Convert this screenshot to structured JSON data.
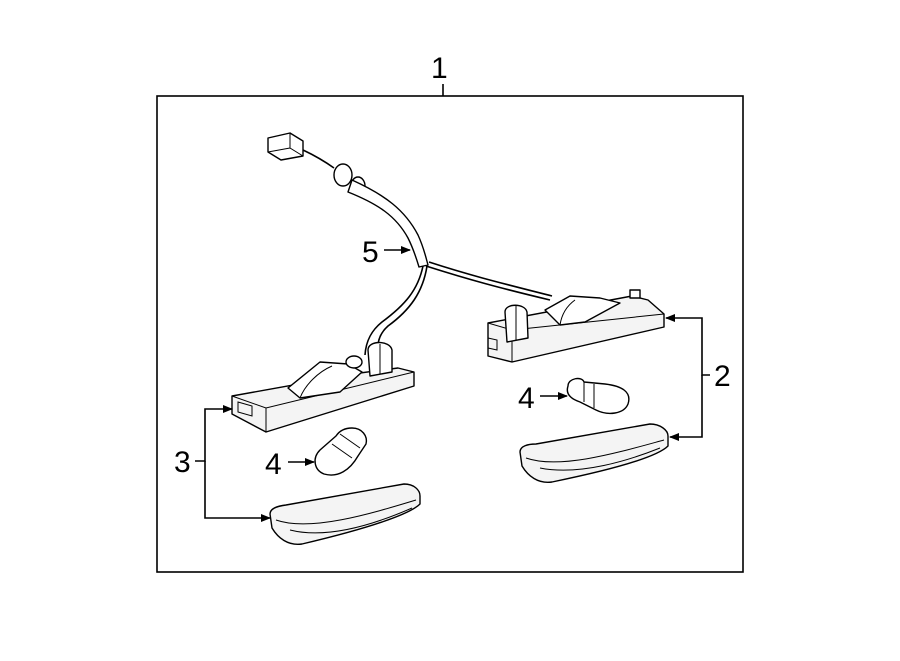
{
  "callouts": {
    "assembly": "1",
    "right_lamp": "2",
    "left_lamp": "3",
    "bulb_left": "4",
    "bulb_right": "4",
    "harness": "5"
  },
  "colors": {
    "line": "#000000",
    "part_fill": "#f4f4f4",
    "background": "#ffffff"
  }
}
